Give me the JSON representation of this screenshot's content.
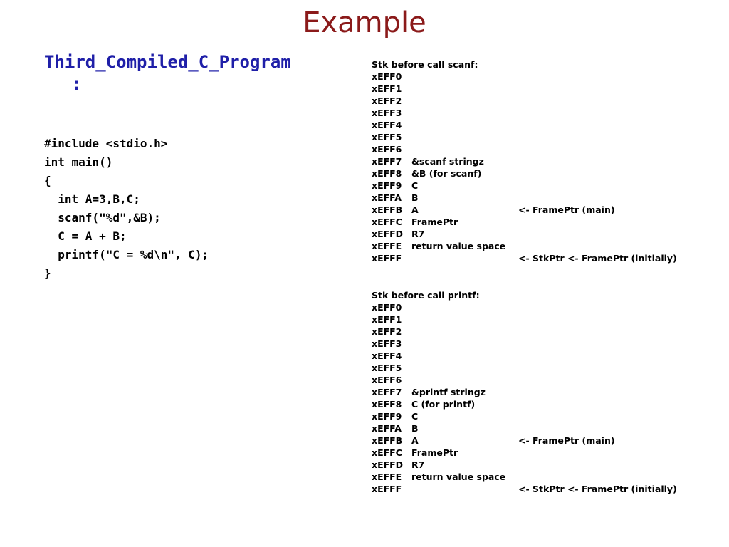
{
  "title": "Example",
  "heading": {
    "name": "Third_Compiled_C_Program",
    "colon": ":"
  },
  "code": [
    "#include <stdio.h>",
    "int main()",
    "{",
    "  int A=3,B,C;",
    "  scanf(\"%d\",&B);",
    "  C = A + B;",
    "  printf(\"C = %d\\n\", C);",
    "}"
  ],
  "stack_scanf": {
    "header": "Stk before call scanf:",
    "rows": [
      {
        "addr": "xEFF0",
        "content": "",
        "pointer": ""
      },
      {
        "addr": "xEFF1",
        "content": "",
        "pointer": ""
      },
      {
        "addr": "xEFF2",
        "content": "",
        "pointer": ""
      },
      {
        "addr": "xEFF3",
        "content": "",
        "pointer": ""
      },
      {
        "addr": "xEFF4",
        "content": "",
        "pointer": ""
      },
      {
        "addr": "xEFF5",
        "content": "",
        "pointer": ""
      },
      {
        "addr": "xEFF6",
        "content": "",
        "pointer": ""
      },
      {
        "addr": "xEFF7",
        "content": "&scanf stringz",
        "pointer": ""
      },
      {
        "addr": "xEFF8",
        "content": "&B (for scanf)",
        "pointer": ""
      },
      {
        "addr": "xEFF9",
        "content": "C",
        "pointer": ""
      },
      {
        "addr": "xEFFA",
        "content": "B",
        "pointer": ""
      },
      {
        "addr": "xEFFB",
        "content": "A",
        "pointer": "<- FramePtr (main)"
      },
      {
        "addr": "xEFFC",
        "content": "FramePtr",
        "pointer": ""
      },
      {
        "addr": "xEFFD",
        "content": "R7",
        "pointer": ""
      },
      {
        "addr": "xEFFE",
        "content": "return value space",
        "pointer": ""
      },
      {
        "addr": "xEFFF",
        "content": "",
        "pointer": "<- StkPtr <- FramePtr (initially)"
      }
    ]
  },
  "stack_printf": {
    "header": "Stk before call printf:",
    "rows": [
      {
        "addr": "xEFF0",
        "content": "",
        "pointer": ""
      },
      {
        "addr": "xEFF1",
        "content": "",
        "pointer": ""
      },
      {
        "addr": "xEFF2",
        "content": "",
        "pointer": ""
      },
      {
        "addr": "xEFF3",
        "content": "",
        "pointer": ""
      },
      {
        "addr": "xEFF4",
        "content": "",
        "pointer": ""
      },
      {
        "addr": "xEFF5",
        "content": "",
        "pointer": ""
      },
      {
        "addr": "xEFF6",
        "content": "",
        "pointer": ""
      },
      {
        "addr": "xEFF7",
        "content": "&printf stringz",
        "pointer": ""
      },
      {
        "addr": "xEFF8",
        "content": "C (for printf)",
        "pointer": ""
      },
      {
        "addr": "xEFF9",
        "content": "C",
        "pointer": ""
      },
      {
        "addr": "xEFFA",
        "content": "B",
        "pointer": ""
      },
      {
        "addr": "xEFFB",
        "content": "A",
        "pointer": "<- FramePtr (main)"
      },
      {
        "addr": "xEFFC",
        "content": "FramePtr",
        "pointer": ""
      },
      {
        "addr": "xEFFD",
        "content": "R7",
        "pointer": ""
      },
      {
        "addr": "xEFFE",
        "content": "return value space",
        "pointer": ""
      },
      {
        "addr": "xEFFF",
        "content": "",
        "pointer": "<- StkPtr <- FramePtr (initially)"
      }
    ]
  },
  "colors": {
    "title": "#8b1a1a",
    "heading": "#1f1fa8",
    "text": "#000000"
  }
}
